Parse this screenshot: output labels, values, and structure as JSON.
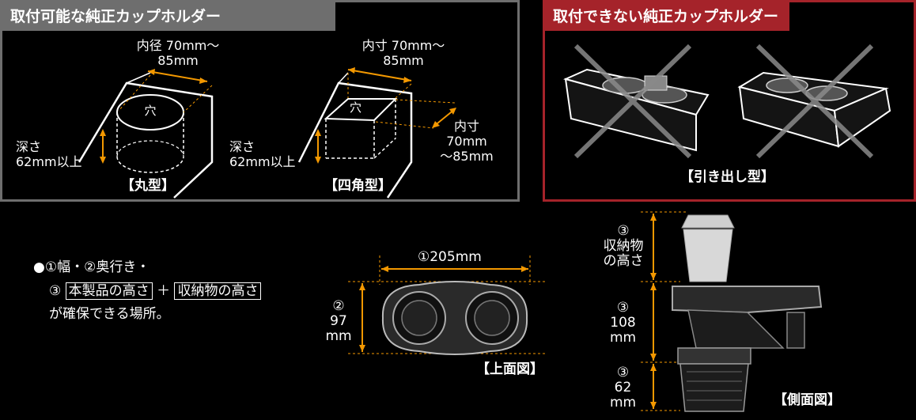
{
  "ok_panel": {
    "header": "取付可能な純正カップホルダー",
    "round": {
      "diameter_line1": "内径 70mm～",
      "diameter_line2": "85mm",
      "hole": "穴",
      "depth_line1": "深さ",
      "depth_line2": "62mm以上",
      "caption": "【丸型】"
    },
    "square": {
      "inner_line1": "内寸 70mm～",
      "inner_line2": "85mm",
      "hole": "穴",
      "side_line1": "内寸",
      "side_line2": "70mm",
      "side_line3": "～85mm",
      "depth_line1": "深さ",
      "depth_line2": "62mm以上",
      "caption": "【四角型】"
    }
  },
  "ng_panel": {
    "header": "取付できない純正カップホルダー",
    "caption": "【引き出し型】"
  },
  "requirements": {
    "bullet": "●",
    "line1": "①幅・②奥行き・",
    "num3": "③",
    "box1": "本製品の高さ",
    "plus": "＋",
    "box2": "収納物の高さ",
    "line3": "が確保できる場所。"
  },
  "top_view": {
    "width_label": "①205mm",
    "depth_num": "②",
    "depth_value": "97",
    "depth_unit": "mm",
    "caption": "【上面図】"
  },
  "side_view": {
    "item_num": "③",
    "item_line1": "収納物",
    "item_line2": "の高さ",
    "product_num": "③",
    "product_value": "108",
    "product_unit": "mm",
    "insert_num": "③",
    "insert_value": "62",
    "insert_unit": "mm",
    "caption": "【側面図】"
  },
  "colors": {
    "accent": "#f39800",
    "ok": "#6e6e6e",
    "ng": "#a5232a"
  }
}
